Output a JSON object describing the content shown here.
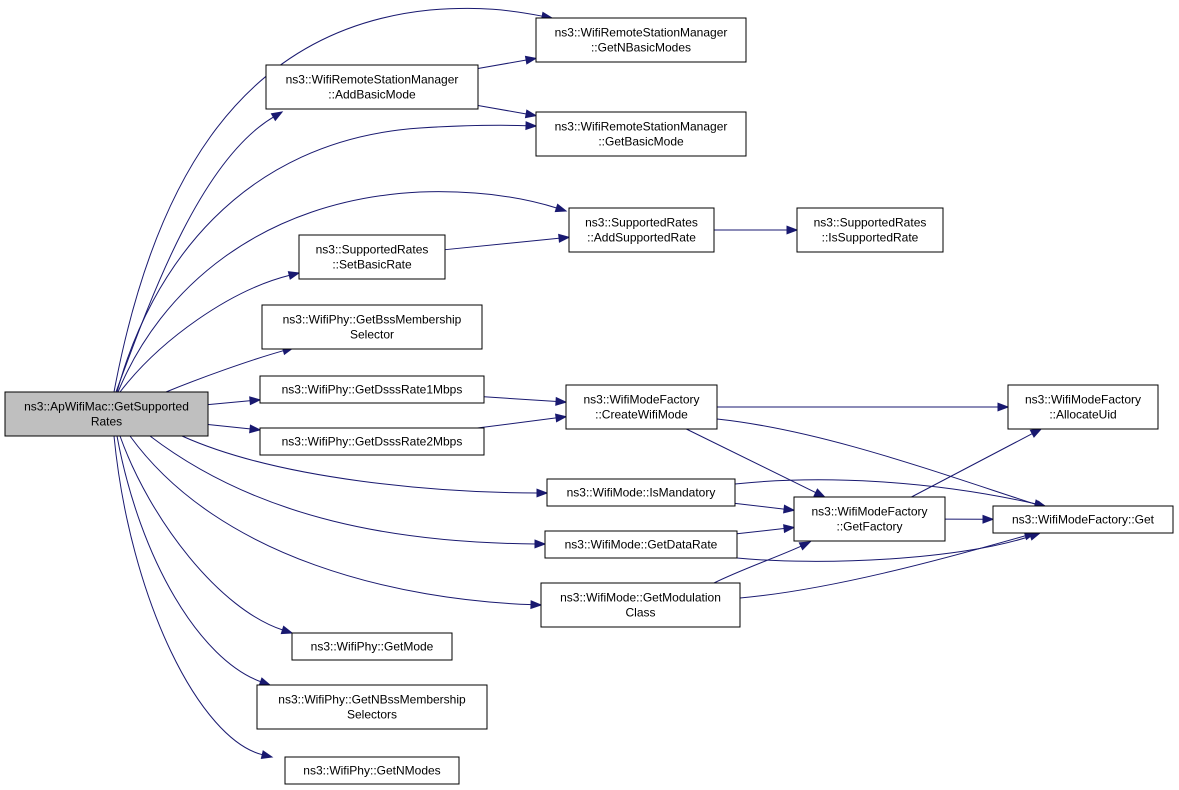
{
  "colors": {
    "edge": "#191970",
    "root_fill": "#bfbfbf",
    "node_fill": "#ffffff",
    "border": "#000000"
  },
  "nodes": {
    "root": [
      "ns3::ApWifiMac::GetSupported",
      "Rates"
    ],
    "rsm_addbasicmode": [
      "ns3::WifiRemoteStationManager",
      "::AddBasicMode"
    ],
    "rsm_getnbasicmodes": [
      "ns3::WifiRemoteStationManager",
      "::GetNBasicModes"
    ],
    "rsm_getbasicmode": [
      "ns3::WifiRemoteStationManager",
      "::GetBasicMode"
    ],
    "sr_setbasicrate": [
      "ns3::SupportedRates",
      "::SetBasicRate"
    ],
    "sr_addsupportedrate": [
      "ns3::SupportedRates",
      "::AddSupportedRate"
    ],
    "sr_issupportedrate": [
      "ns3::SupportedRates",
      "::IsSupportedRate"
    ],
    "phy_getbssmembership": [
      "ns3::WifiPhy::GetBssMembership",
      "Selector"
    ],
    "phy_getdsss1": [
      "ns3::WifiPhy::GetDsssRate1Mbps"
    ],
    "phy_getdsss2": [
      "ns3::WifiPhy::GetDsssRate2Mbps"
    ],
    "mf_createwifimode": [
      "ns3::WifiModeFactory",
      "::CreateWifiMode"
    ],
    "mf_allocateuid": [
      "ns3::WifiModeFactory",
      "::AllocateUid"
    ],
    "mode_ismandatory": [
      "ns3::WifiMode::IsMandatory"
    ],
    "mode_getdatarate": [
      "ns3::WifiMode::GetDataRate"
    ],
    "mode_getmodulation": [
      "ns3::WifiMode::GetModulation",
      "Class"
    ],
    "mf_getfactory": [
      "ns3::WifiModeFactory",
      "::GetFactory"
    ],
    "mf_get": [
      "ns3::WifiModeFactory::Get"
    ],
    "phy_getmode": [
      "ns3::WifiPhy::GetMode"
    ],
    "phy_getnbss": [
      "ns3::WifiPhy::GetNBssMembership",
      "Selectors"
    ],
    "phy_getnmodes": [
      "ns3::WifiPhy::GetNModes"
    ]
  },
  "edges": [
    [
      "root",
      "rsm_getnbasicmodes"
    ],
    [
      "root",
      "rsm_addbasicmode"
    ],
    [
      "root",
      "rsm_getbasicmode"
    ],
    [
      "root",
      "sr_addsupportedrate"
    ],
    [
      "root",
      "sr_setbasicrate"
    ],
    [
      "root",
      "phy_getbssmembership"
    ],
    [
      "root",
      "phy_getdsss1"
    ],
    [
      "root",
      "phy_getdsss2"
    ],
    [
      "root",
      "mode_ismandatory"
    ],
    [
      "root",
      "mode_getdatarate"
    ],
    [
      "root",
      "mode_getmodulation"
    ],
    [
      "root",
      "phy_getmode"
    ],
    [
      "root",
      "phy_getnbss"
    ],
    [
      "root",
      "phy_getnmodes"
    ],
    [
      "rsm_addbasicmode",
      "rsm_getnbasicmodes"
    ],
    [
      "rsm_addbasicmode",
      "rsm_getbasicmode"
    ],
    [
      "sr_setbasicrate",
      "sr_addsupportedrate"
    ],
    [
      "sr_addsupportedrate",
      "sr_issupportedrate"
    ],
    [
      "phy_getdsss1",
      "mf_createwifimode"
    ],
    [
      "phy_getdsss2",
      "mf_createwifimode"
    ],
    [
      "mf_createwifimode",
      "mf_allocateuid"
    ],
    [
      "mf_createwifimode",
      "mf_getfactory"
    ],
    [
      "mf_createwifimode",
      "mf_get"
    ],
    [
      "mode_ismandatory",
      "mf_getfactory"
    ],
    [
      "mode_ismandatory",
      "mf_get"
    ],
    [
      "mode_getdatarate",
      "mf_getfactory"
    ],
    [
      "mode_getdatarate",
      "mf_get"
    ],
    [
      "mode_getmodulation",
      "mf_getfactory"
    ],
    [
      "mode_getmodulation",
      "mf_get"
    ],
    [
      "mf_getfactory",
      "mf_allocateuid"
    ],
    [
      "mf_getfactory",
      "mf_get"
    ]
  ]
}
